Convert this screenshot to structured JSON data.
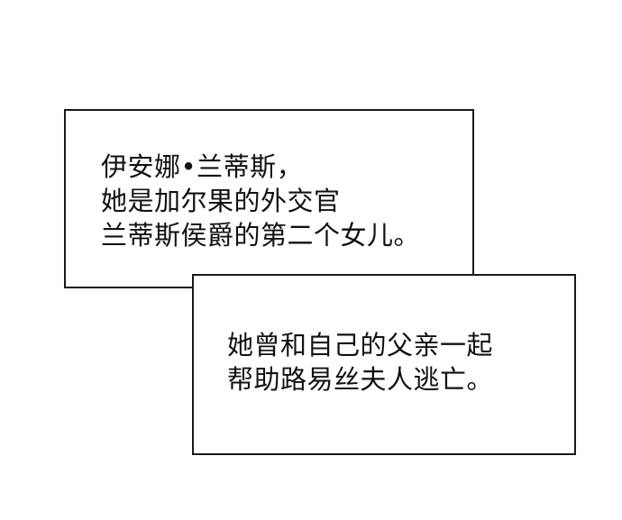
{
  "captions": [
    {
      "lines": [
        "伊安娜•兰蒂斯，",
        "她是加尔果的外交官",
        "兰蒂斯侯爵的第二个女儿。"
      ]
    },
    {
      "lines": [
        "她曾和自己的父亲一起",
        "帮助路易丝夫人逃亡。"
      ]
    }
  ],
  "colors": {
    "background": "#ffffff",
    "border": "#1a1a1a",
    "text": "#111111"
  }
}
